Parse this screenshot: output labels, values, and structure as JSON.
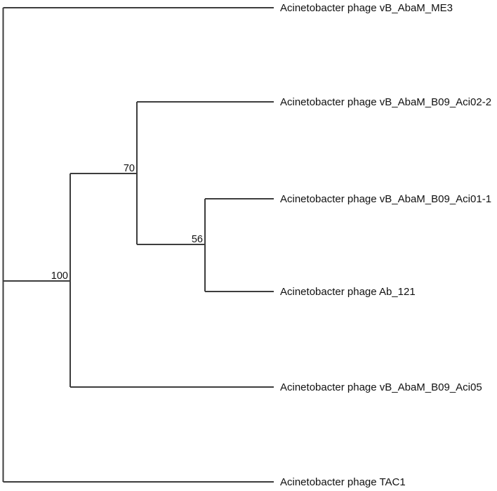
{
  "figure": {
    "kind": "phylogenetic-tree-cladogram",
    "background": "#ffffff"
  },
  "tree": {
    "leaves": [
      {
        "label": "Acinetobacter phage vB_AbaM_ME3"
      },
      {
        "label": "Acinetobacter phage vB_AbaM_B09_Aci02-2"
      },
      {
        "label": "Acinetobacter phage vB_AbaM_B09_Aci01-1"
      },
      {
        "label": "Acinetobacter phage Ab_121"
      },
      {
        "label": "Acinetobacter phage vB_AbaM_B09_Aci05"
      },
      {
        "label": "Acinetobacter phage TAC1"
      }
    ],
    "supports": [
      {
        "value": "100"
      },
      {
        "value": "70"
      },
      {
        "value": "56"
      }
    ]
  },
  "chart_data": {
    "type": "tree",
    "title": "",
    "leaves": [
      "Acinetobacter phage vB_AbaM_ME3",
      "Acinetobacter phage vB_AbaM_B09_Aci02-2",
      "Acinetobacter phage vB_AbaM_B09_Aci01-1",
      "Acinetobacter phage Ab_121",
      "Acinetobacter phage vB_AbaM_B09_Aci05",
      "Acinetobacter phage TAC1"
    ],
    "internal_nodes": [
      {
        "support": 100,
        "children": [
          "clade_70",
          "Acinetobacter phage vB_AbaM_B09_Aci05"
        ]
      },
      {
        "support": 70,
        "children": [
          "Acinetobacter phage vB_AbaM_B09_Aci02-2",
          "clade_56"
        ]
      },
      {
        "support": 56,
        "children": [
          "Acinetobacter phage vB_AbaM_B09_Aci01-1",
          "Acinetobacter phage Ab_121"
        ]
      }
    ],
    "newick": "(Acinetobacter_phage_vB_AbaM_ME3,((Acinetobacter_phage_vB_AbaM_B09_Aci02-2,(Acinetobacter_phage_vB_AbaM_B09_Aci01-1,Acinetobacter_phage_Ab_121)56,(Acinetobacter_phage_vB_AbaM_B09_Aci05))70)100,Acinetobacter_phage_TAC1);",
    "legend": null,
    "axes": null
  },
  "colors": {
    "line": "#3d3d3d",
    "text": "#111111",
    "background": "#ffffff"
  }
}
